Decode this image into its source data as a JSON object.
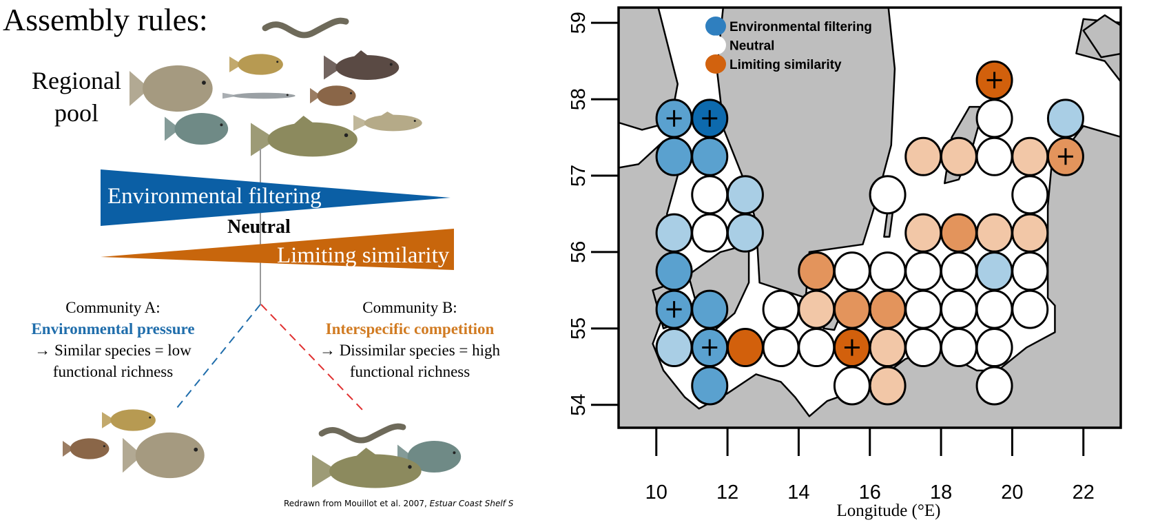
{
  "left_panel": {
    "title": "Assembly rules:",
    "regional_pool": [
      "Regional",
      "pool"
    ],
    "gradient_env": "Environmental filtering",
    "gradient_neutral": "Neutral",
    "gradient_lim": "Limiting similarity",
    "community_a": {
      "heading": "Community A:",
      "process": "Environmental pressure",
      "line1": "→ Similar  species = low",
      "line2": "functional richness"
    },
    "community_b": {
      "heading": "Community B:",
      "process": "Interspecific competition",
      "line1": "→ Dissimilar  species = high",
      "line2": "functional richness"
    },
    "citation": "Redrawn from Mouillot et al. 2007, ",
    "citation_journal": "Estuar Coast Shelf S",
    "colors": {
      "env_blue": "#0b5fa5",
      "lim_orange": "#c8660c",
      "env_text": "#1f6dab",
      "lim_text": "#d17b22"
    }
  },
  "chart_data": {
    "type": "scatter",
    "xlabel": "Longitude (°E)",
    "ylabel": "",
    "xlim": [
      8.94,
      23.05
    ],
    "ylim": [
      53.7,
      59.2
    ],
    "xticks": [
      10,
      12,
      14,
      16,
      18,
      20,
      22
    ],
    "yticks": [
      54,
      55,
      56,
      57,
      58,
      59
    ],
    "grid": false,
    "legend_position": "top-left",
    "legend": [
      {
        "label": "Environmental filtering",
        "color": "#2f7fbf"
      },
      {
        "label": "Neutral",
        "color": "#ffffff"
      },
      {
        "label": "Limiting similarity",
        "color": "#d2620e"
      }
    ],
    "palette": {
      "Environmental filtering": [
        "#a9cee5",
        "#5aa1cf",
        "#0d6aae"
      ],
      "Neutral": [
        "#ffffff"
      ],
      "Limiting similarity": [
        "#f2c7a7",
        "#e3945c",
        "#d2600c"
      ]
    },
    "colors": {
      "land": "#bebebe",
      "sea": "#ffffff"
    },
    "points": [
      {
        "lon": 19.5,
        "lat": 58.25,
        "group": "Limiting similarity",
        "level": 3,
        "plus": true
      },
      {
        "lon": 10.5,
        "lat": 57.75,
        "group": "Environmental filtering",
        "level": 2,
        "plus": true
      },
      {
        "lon": 11.5,
        "lat": 57.75,
        "group": "Environmental filtering",
        "level": 3,
        "plus": true
      },
      {
        "lon": 19.5,
        "lat": 57.75,
        "group": "Neutral",
        "level": 1,
        "plus": false
      },
      {
        "lon": 21.5,
        "lat": 57.75,
        "group": "Environmental filtering",
        "level": 1,
        "plus": false
      },
      {
        "lon": 10.5,
        "lat": 57.25,
        "group": "Environmental filtering",
        "level": 2,
        "plus": false
      },
      {
        "lon": 11.5,
        "lat": 57.25,
        "group": "Environmental filtering",
        "level": 2,
        "plus": false
      },
      {
        "lon": 17.5,
        "lat": 57.25,
        "group": "Limiting similarity",
        "level": 1,
        "plus": false
      },
      {
        "lon": 18.5,
        "lat": 57.25,
        "group": "Limiting similarity",
        "level": 1,
        "plus": false
      },
      {
        "lon": 19.5,
        "lat": 57.25,
        "group": "Neutral",
        "level": 1,
        "plus": false
      },
      {
        "lon": 20.5,
        "lat": 57.25,
        "group": "Limiting similarity",
        "level": 1,
        "plus": false
      },
      {
        "lon": 21.5,
        "lat": 57.25,
        "group": "Limiting similarity",
        "level": 2,
        "plus": true
      },
      {
        "lon": 11.5,
        "lat": 56.75,
        "group": "Neutral",
        "level": 1,
        "plus": false
      },
      {
        "lon": 12.5,
        "lat": 56.75,
        "group": "Environmental filtering",
        "level": 1,
        "plus": false
      },
      {
        "lon": 16.5,
        "lat": 56.75,
        "group": "Neutral",
        "level": 1,
        "plus": false
      },
      {
        "lon": 20.5,
        "lat": 56.75,
        "group": "Neutral",
        "level": 1,
        "plus": false
      },
      {
        "lon": 10.5,
        "lat": 56.25,
        "group": "Environmental filtering",
        "level": 1,
        "plus": false
      },
      {
        "lon": 11.5,
        "lat": 56.25,
        "group": "Neutral",
        "level": 1,
        "plus": false
      },
      {
        "lon": 12.5,
        "lat": 56.25,
        "group": "Environmental filtering",
        "level": 1,
        "plus": false
      },
      {
        "lon": 17.5,
        "lat": 56.25,
        "group": "Limiting similarity",
        "level": 1,
        "plus": false
      },
      {
        "lon": 18.5,
        "lat": 56.25,
        "group": "Limiting similarity",
        "level": 2,
        "plus": false
      },
      {
        "lon": 19.5,
        "lat": 56.25,
        "group": "Limiting similarity",
        "level": 1,
        "plus": false
      },
      {
        "lon": 20.5,
        "lat": 56.25,
        "group": "Limiting similarity",
        "level": 1,
        "plus": false
      },
      {
        "lon": 10.5,
        "lat": 55.75,
        "group": "Environmental filtering",
        "level": 2,
        "plus": false
      },
      {
        "lon": 14.5,
        "lat": 55.75,
        "group": "Limiting similarity",
        "level": 2,
        "plus": false
      },
      {
        "lon": 15.5,
        "lat": 55.75,
        "group": "Neutral",
        "level": 1,
        "plus": false
      },
      {
        "lon": 16.5,
        "lat": 55.75,
        "group": "Neutral",
        "level": 1,
        "plus": false
      },
      {
        "lon": 17.5,
        "lat": 55.75,
        "group": "Neutral",
        "level": 1,
        "plus": false
      },
      {
        "lon": 18.5,
        "lat": 55.75,
        "group": "Neutral",
        "level": 1,
        "plus": false
      },
      {
        "lon": 19.5,
        "lat": 55.75,
        "group": "Environmental filtering",
        "level": 1,
        "plus": false
      },
      {
        "lon": 20.5,
        "lat": 55.75,
        "group": "Neutral",
        "level": 1,
        "plus": false
      },
      {
        "lon": 10.5,
        "lat": 55.25,
        "group": "Environmental filtering",
        "level": 2,
        "plus": true
      },
      {
        "lon": 11.5,
        "lat": 55.25,
        "group": "Environmental filtering",
        "level": 2,
        "plus": false
      },
      {
        "lon": 13.5,
        "lat": 55.25,
        "group": "Neutral",
        "level": 1,
        "plus": false
      },
      {
        "lon": 14.5,
        "lat": 55.25,
        "group": "Limiting similarity",
        "level": 1,
        "plus": false
      },
      {
        "lon": 15.5,
        "lat": 55.25,
        "group": "Limiting similarity",
        "level": 2,
        "plus": false
      },
      {
        "lon": 16.5,
        "lat": 55.25,
        "group": "Limiting similarity",
        "level": 2,
        "plus": false
      },
      {
        "lon": 17.5,
        "lat": 55.25,
        "group": "Neutral",
        "level": 1,
        "plus": false
      },
      {
        "lon": 18.5,
        "lat": 55.25,
        "group": "Neutral",
        "level": 1,
        "plus": false
      },
      {
        "lon": 19.5,
        "lat": 55.25,
        "group": "Neutral",
        "level": 1,
        "plus": false
      },
      {
        "lon": 20.5,
        "lat": 55.25,
        "group": "Neutral",
        "level": 1,
        "plus": false
      },
      {
        "lon": 10.5,
        "lat": 54.75,
        "group": "Environmental filtering",
        "level": 1,
        "plus": false
      },
      {
        "lon": 11.5,
        "lat": 54.75,
        "group": "Environmental filtering",
        "level": 2,
        "plus": true
      },
      {
        "lon": 12.5,
        "lat": 54.75,
        "group": "Limiting similarity",
        "level": 3,
        "plus": false
      },
      {
        "lon": 13.5,
        "lat": 54.75,
        "group": "Neutral",
        "level": 1,
        "plus": false
      },
      {
        "lon": 14.5,
        "lat": 54.75,
        "group": "Neutral",
        "level": 1,
        "plus": false
      },
      {
        "lon": 15.5,
        "lat": 54.75,
        "group": "Limiting similarity",
        "level": 3,
        "plus": true
      },
      {
        "lon": 16.5,
        "lat": 54.75,
        "group": "Limiting similarity",
        "level": 1,
        "plus": false
      },
      {
        "lon": 17.5,
        "lat": 54.75,
        "group": "Neutral",
        "level": 1,
        "plus": false
      },
      {
        "lon": 18.5,
        "lat": 54.75,
        "group": "Neutral",
        "level": 1,
        "plus": false
      },
      {
        "lon": 19.5,
        "lat": 54.75,
        "group": "Neutral",
        "level": 1,
        "plus": false
      },
      {
        "lon": 11.5,
        "lat": 54.25,
        "group": "Environmental filtering",
        "level": 2,
        "plus": false
      },
      {
        "lon": 15.5,
        "lat": 54.25,
        "group": "Neutral",
        "level": 1,
        "plus": false
      },
      {
        "lon": 16.5,
        "lat": 54.25,
        "group": "Limiting similarity",
        "level": 1,
        "plus": false
      },
      {
        "lon": 19.5,
        "lat": 54.25,
        "group": "Neutral",
        "level": 1,
        "plus": false
      }
    ]
  }
}
